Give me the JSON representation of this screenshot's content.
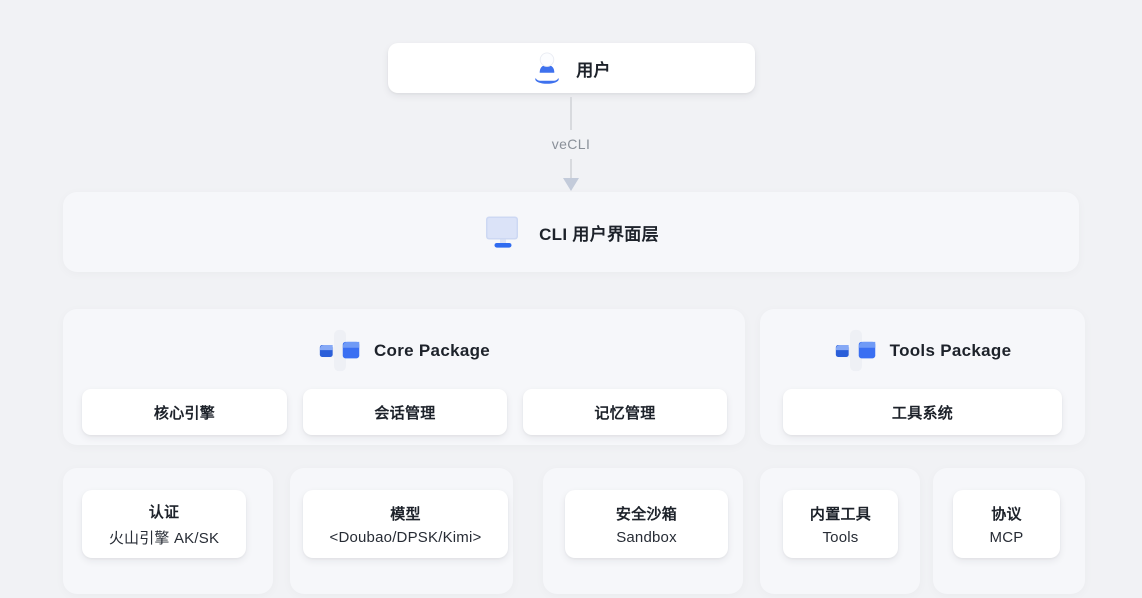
{
  "page": {
    "background_color": "#f1f2f5",
    "panel_color": "#f6f7fa",
    "accent_blue": "#3a6ff2",
    "text_color": "#1d222a"
  },
  "user_box": {
    "label": "用户"
  },
  "connector": {
    "label": "veCLI"
  },
  "cli_layer": {
    "label": "CLI 用户界面层"
  },
  "core_package": {
    "title": "Core Package",
    "modules": [
      "核心引擎",
      "会话管理",
      "记忆管理"
    ]
  },
  "tools_package": {
    "title": "Tools Package",
    "modules": [
      "工具系统"
    ]
  },
  "bottom_cards": [
    {
      "title": "认证",
      "subtitle": "火山引擎 AK/SK"
    },
    {
      "title": "模型",
      "subtitle": "<Doubao/DPSK/Kimi>"
    },
    {
      "title": "安全沙箱",
      "subtitle": "Sandbox"
    },
    {
      "title": "内置工具",
      "subtitle": "Tools"
    },
    {
      "title": "协议",
      "subtitle": "MCP"
    }
  ]
}
